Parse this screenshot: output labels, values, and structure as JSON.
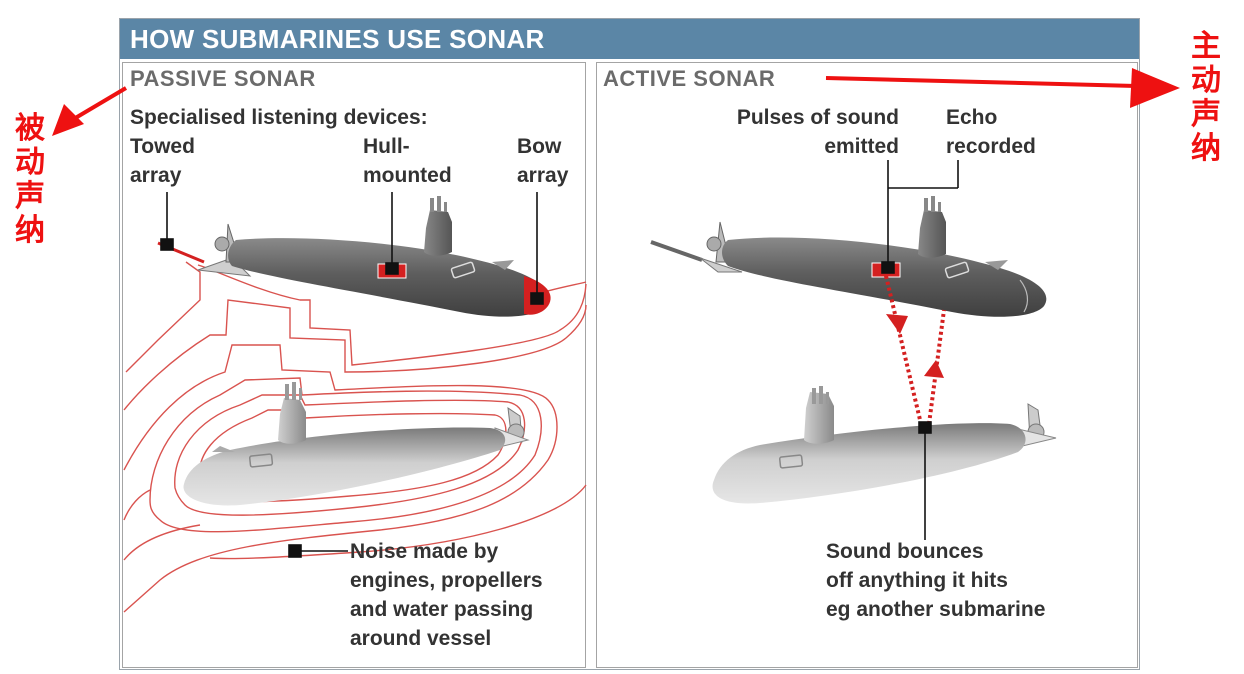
{
  "banner_title": "HOW SUBMARINES USE SONAR",
  "passive": {
    "title": "PASSIVE SONAR",
    "subtitle": "Specialised listening devices:",
    "towed_line1": "Towed",
    "towed_line2": "array",
    "hull_line1": "Hull-",
    "hull_line2": "mounted",
    "bow_line1": "Bow",
    "bow_line2": "array",
    "noise_lines": [
      "Noise made by",
      "engines, propellers",
      "and water passing",
      "around vessel"
    ]
  },
  "active": {
    "title": "ACTIVE SONAR",
    "pulses_line1": "Pulses of sound",
    "pulses_line2": "emitted",
    "echo_line1": "Echo",
    "echo_line2": "recorded",
    "bounce_lines": [
      "Sound bounces",
      "off anything it hits",
      "eg another submarine"
    ]
  },
  "annotations": {
    "passive_cn": [
      "被",
      "动",
      "声",
      "纳"
    ],
    "active_cn": [
      "主",
      "动",
      "声",
      "纳"
    ]
  },
  "colors": {
    "banner": "#5b86a6",
    "sensor_red": "#d42020",
    "annotation_red": "#ee1111",
    "sub_dark": "#5a5a5a",
    "sub_light": "#b8b8b8"
  }
}
